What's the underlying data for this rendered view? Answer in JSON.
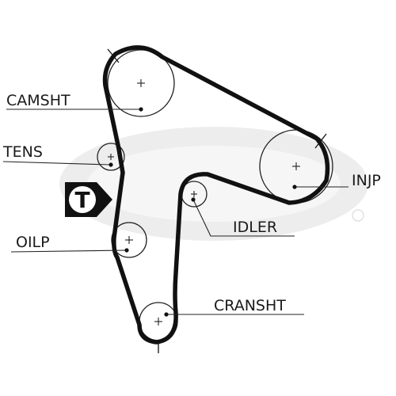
{
  "diagram": {
    "labels": {
      "camshaft": "CAMSHT",
      "tensioner": "TENS",
      "oil_pump": "OILP",
      "injection_pump": "INJP",
      "idler": "IDLER",
      "crankshaft": "CRANSHT"
    },
    "badge": {
      "letter": "T"
    },
    "colors": {
      "line": "#111111",
      "watermark": "#e6e6e6",
      "background": "#ffffff"
    },
    "icons": {
      "badge": "tensioner-t-badge-icon",
      "watermark": "gates-logo-watermark"
    }
  }
}
